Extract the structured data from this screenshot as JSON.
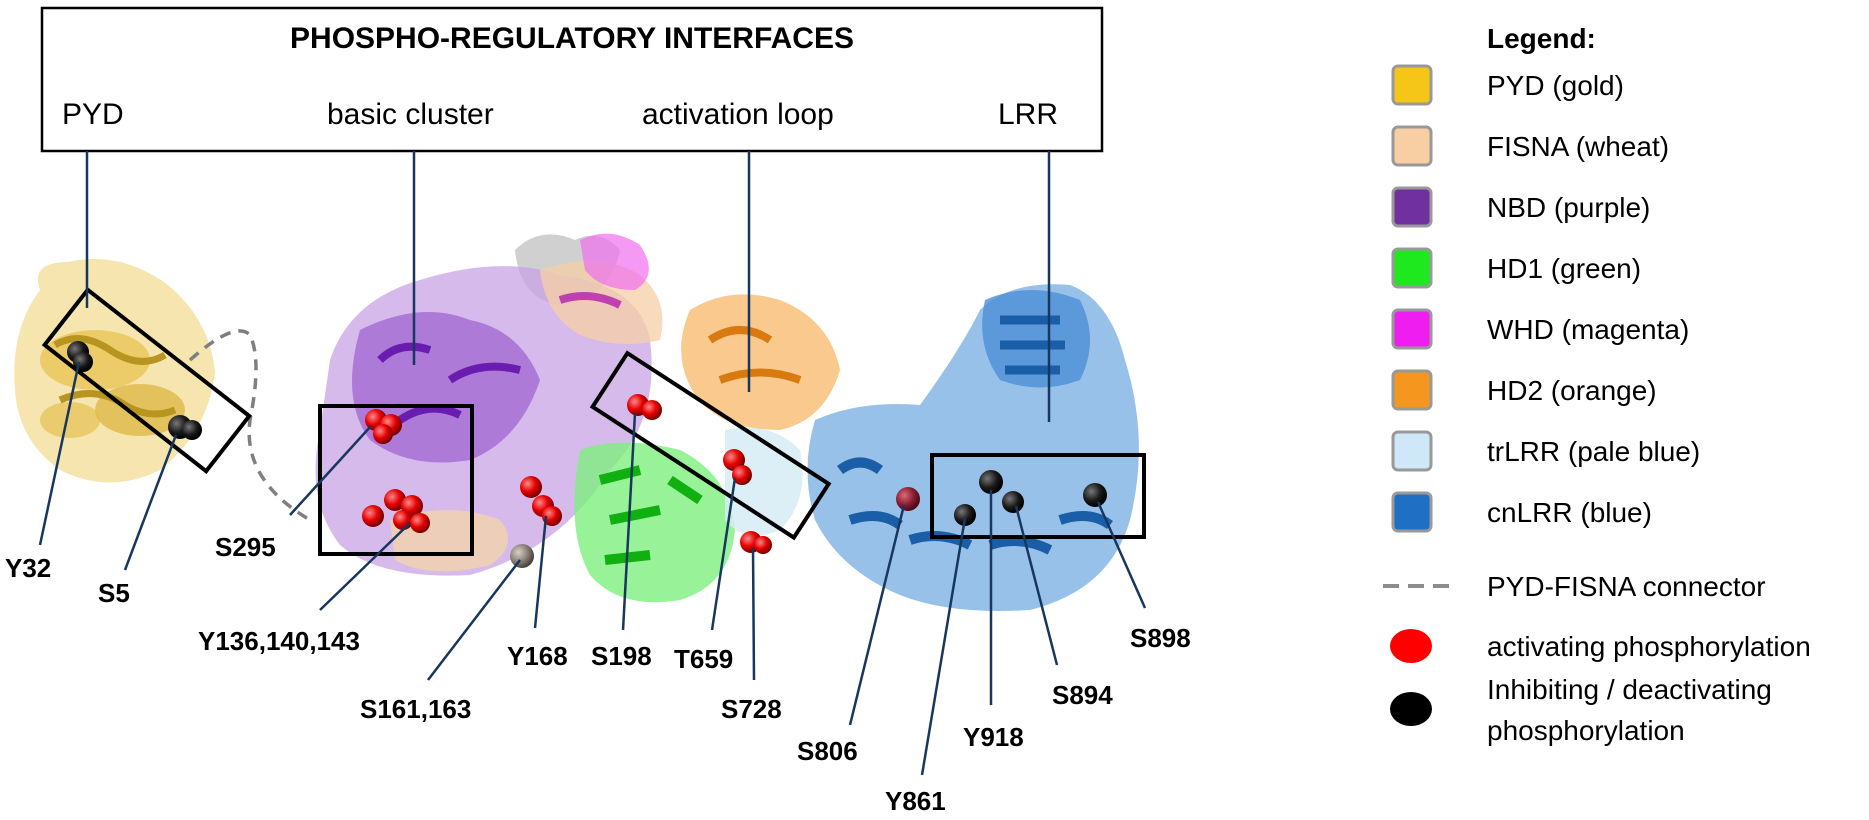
{
  "header": {
    "title": "PHOSPHO-REGULATORY INTERFACES",
    "regions": [
      "PYD",
      "basic cluster",
      "activation loop",
      "LRR"
    ]
  },
  "residues": {
    "y32": "Y32",
    "s5": "S5",
    "s295": "S295",
    "y136": "Y136,140,143",
    "s161": "S161,163",
    "y168": "Y168",
    "s198": "S198",
    "t659": "T659",
    "s728": "S728",
    "s806": "S806",
    "y861": "Y861",
    "y918": "Y918",
    "s894": "S894",
    "s898": "S898"
  },
  "legend": {
    "title": "Legend:",
    "items": [
      {
        "label": "PYD (gold)",
        "color": "#f5c518"
      },
      {
        "label": "FISNA (wheat)",
        "color": "#f7cfa3"
      },
      {
        "label": "NBD (purple)",
        "color": "#7030a0"
      },
      {
        "label": "HD1 (green)",
        "color": "#1ee81e"
      },
      {
        "label": "WHD (magenta)",
        "color": "#f01df0"
      },
      {
        "label": "HD2 (orange)",
        "color": "#f5961e"
      },
      {
        "label": "trLRR (pale blue)",
        "color": "#cfe8f7"
      },
      {
        "label": "cnLRR (blue)",
        "color": "#1f6fc4"
      }
    ],
    "connector": "PYD-FISNA connector",
    "activating": "activating  phosphorylation",
    "inhibiting_line1": "Inhibiting / deactivating",
    "inhibiting_line2": "phosphorylation",
    "activating_color": "#ff0000",
    "inhibiting_color": "#000000"
  }
}
